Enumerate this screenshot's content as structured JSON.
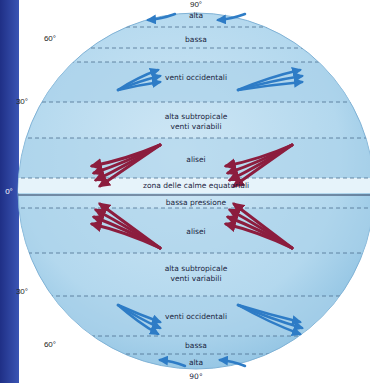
{
  "diagram": {
    "labels": [
      "90°",
      "alta",
      "60°",
      "bassa",
      "venti occidentali",
      "30°",
      "alta subtropicale",
      "venti variabili",
      "alisei",
      "zona delle calme equatoriali",
      "0°",
      "bassa pressione",
      "alisei",
      "alta subtropicale",
      "venti variabili",
      "30°",
      "venti occidentali",
      "bassa",
      "60°",
      "alta",
      "90°"
    ]
  }
}
